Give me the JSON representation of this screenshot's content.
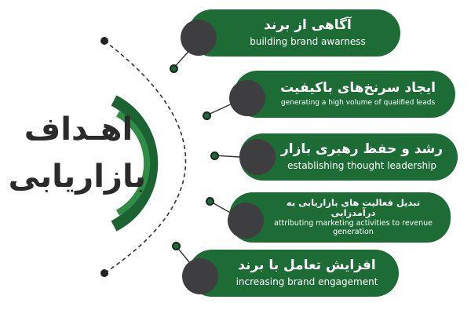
{
  "title": {
    "line1": "اهـداف",
    "line2": "بازاریابی"
  },
  "goals": [
    {
      "fa": "آگاهی از برند",
      "en": "building brand awarness"
    },
    {
      "fa": "ایجاد سرنخ‌های باکیفیت",
      "en": "generating a high volume of qualified leads"
    },
    {
      "fa": "رشد و حفظ رهبری بازار",
      "en": "establishing thought leadership"
    },
    {
      "fa": "تبدیل فعالیت های بازاریابی به درآمدزایی",
      "en": "attributing marketing activities to revenue generation"
    },
    {
      "fa": "افزایش تعامل با برند",
      "en": "increasing brand engagement"
    }
  ],
  "colors": {
    "pill": "#1d6b35",
    "arc_dark": "#1b6332",
    "arc_light": "#2f8d45",
    "circle": "#3e3e40",
    "title": "#2b2b2b"
  }
}
